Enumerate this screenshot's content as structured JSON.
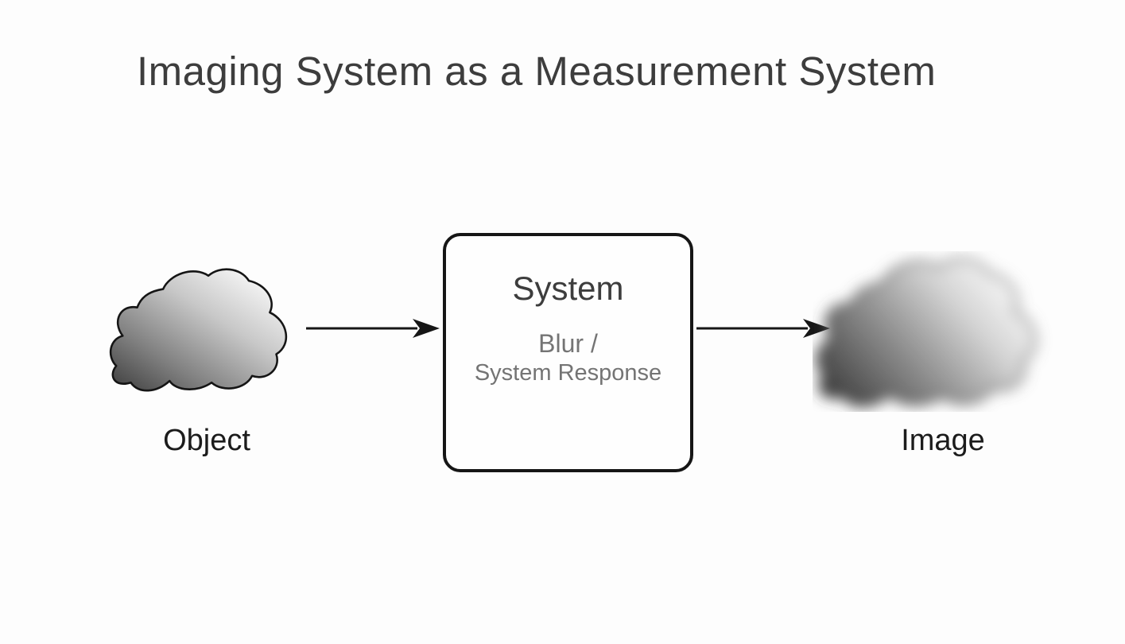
{
  "slide": {
    "title": "Imaging System as a Measurement System"
  },
  "diagram": {
    "object": {
      "label": "Object",
      "icon": "gradient-cloud-icon"
    },
    "system_box": {
      "title": "System",
      "subtitle_line1": "Blur /",
      "subtitle_line2": "System Response"
    },
    "image": {
      "label": "Image",
      "icon": "blurred-cloud-icon"
    },
    "arrows": [
      "object-to-system",
      "system-to-image"
    ],
    "colors": {
      "background": "#fdfdfd",
      "title_text": "#3d3d3d",
      "label_text": "#1c1c1c",
      "box_border": "#161616",
      "box_title_text": "#3d3d3d",
      "box_subtitle_text": "#747474",
      "arrow": "#161616",
      "cloud_dark": "#3c3c3c",
      "cloud_light": "#fcfcfc"
    }
  }
}
